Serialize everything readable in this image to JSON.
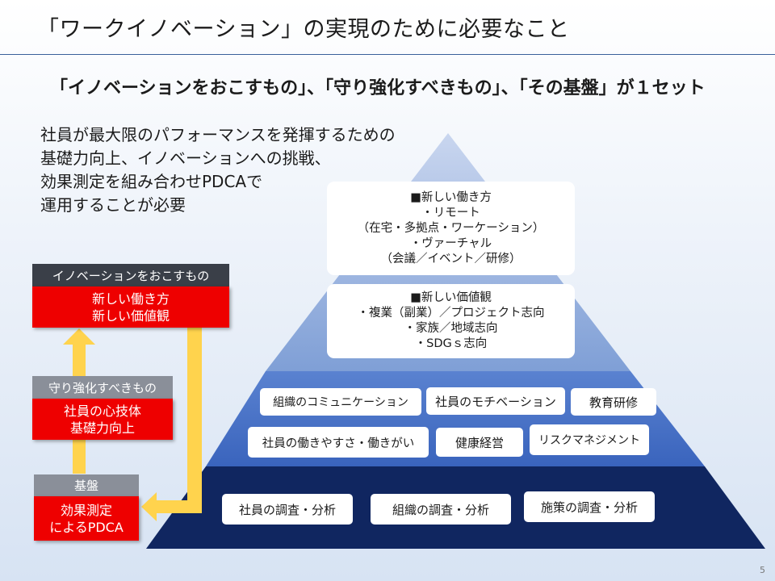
{
  "title": "「ワークイノベーション」の実現のために必要なこと",
  "subtitle": "「イノベーションをおこすもの」、「守り強化すべきもの」、「その基盤」が１セット",
  "intro": [
    "社員が最大限のパフォーマンスを発揮するための",
    "基礎力向上、イノベーションへの挑戦、",
    "効果測定を組み合わせPDCAで",
    "運用することが必要"
  ],
  "pyramid": {
    "top_box": [
      "■新しい働き方",
      "・リモート",
      "（在宅・多拠点・ワーケーション）",
      "・ヴァーチャル",
      "（会議／イベント／研修）"
    ],
    "second_box": [
      "■新しい価値観",
      "・複業（副業）／プロジェクト志向",
      "・家族／地域志向",
      "・SDGｓ志向"
    ],
    "middle_chips": [
      "組織のコミュニケーション",
      "社員のモチベーション",
      "教育研修",
      "社員の働きやすさ・働きがい",
      "健康経営",
      "リスクマネジメント"
    ],
    "base_chips": [
      "社員の調査・分析",
      "組織の調査・分析",
      "施策の調査・分析"
    ]
  },
  "flow": {
    "innovation": {
      "category": "イノベーションをおこすもの",
      "lines": [
        "新しい働き方",
        "新しい価値観"
      ]
    },
    "protect": {
      "category": "守り強化すべきもの",
      "lines": [
        "社員の心技体",
        "基礎力向上"
      ]
    },
    "base": {
      "category": "基盤",
      "lines": [
        "効果測定",
        "によるPDCA"
      ]
    }
  },
  "colors": {
    "pyramid_top": "#8aa7d8",
    "pyramid_mid": "#4a74c9",
    "pyramid_base": "#102660",
    "red": "#ee0000",
    "arrow": "#ffd34d",
    "category_dark": "#3a3f48",
    "category_gray": "#8a8f99"
  },
  "page_number": "5"
}
